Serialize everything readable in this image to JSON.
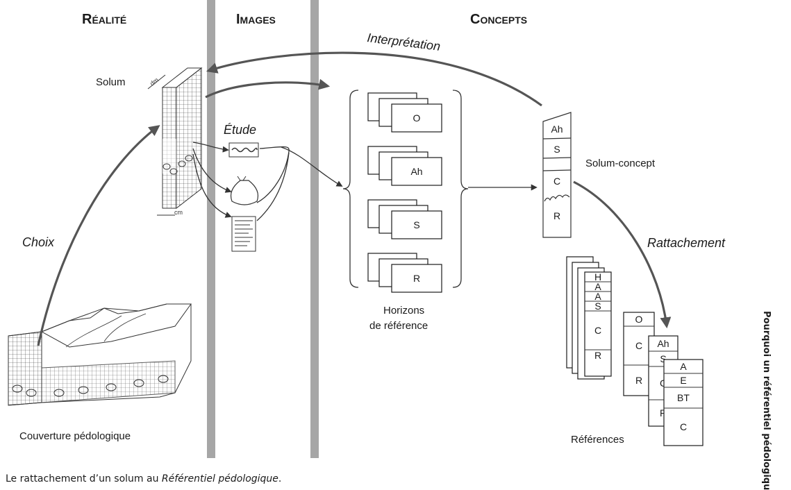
{
  "headers": {
    "reality": "Réalité",
    "images": "Images",
    "concepts": "Concepts"
  },
  "labels": {
    "solum": "Solum",
    "dm": "dm",
    "cm": "cm",
    "etude": "Étude",
    "interpretation": "Interprétation",
    "choix": "Choix",
    "rattachement": "Rattachement",
    "solum_concept": "Solum-concept",
    "horizons_line1": "Horizons",
    "horizons_line2": "de référence",
    "couverture": "Couverture pédologique",
    "references": "Références"
  },
  "horizon_boxes": [
    "O",
    "Ah",
    "S",
    "R"
  ],
  "solum_concept_layers": [
    "Ah",
    "S",
    "C",
    "R"
  ],
  "reference_cards": [
    [
      "H",
      "A",
      "A",
      "S",
      "C",
      "R"
    ],
    [
      "O",
      "C",
      "R"
    ],
    [
      "Ah",
      "S",
      "C",
      "R"
    ],
    [
      "A",
      "E",
      "BT",
      "C"
    ]
  ],
  "caption": {
    "prefix": "Le rattachement d’un solum au ",
    "emphasis": "Référentiel pédologique",
    "suffix": "."
  },
  "side_text": "Pourquoi un référentiel pédologiqu",
  "colors": {
    "band": "#a6a6a6",
    "arrow": "#555555",
    "ink": "#1a1a1a"
  }
}
